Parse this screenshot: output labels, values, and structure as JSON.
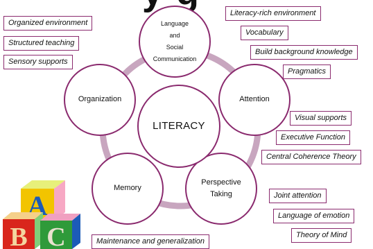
{
  "title_fragment": "y g",
  "center": "LITERACY",
  "nodes": {
    "language": "Language\nand\nSocial\nCommunication",
    "attention": "Attention",
    "perspective": "Perspective\nTaking",
    "memory": "Memory",
    "organization": "Organization"
  },
  "tags": {
    "left_top": [
      "Organized environment",
      "Structured teaching",
      "Sensory supports"
    ],
    "right_top": [
      "Literacy-rich environment",
      "Vocabulary",
      "Build background knowledge",
      "Pragmatics"
    ],
    "right_middle": [
      "Visual supports",
      "Executive Function",
      "Central Coherence Theory"
    ],
    "right_bottom": [
      "Joint attention",
      "Language of emotion",
      "Theory of Mind"
    ],
    "bottom": "Maintenance and generalization"
  },
  "blocks": {
    "letters": [
      "A",
      "B",
      "C"
    ],
    "colors": {
      "yellow": "#f2c400",
      "red": "#d9261c",
      "green": "#2f9a3a",
      "blue": "#1c5bb8"
    }
  },
  "colors": {
    "ring": "#c8a6bf",
    "border": "#8a2a6e"
  }
}
